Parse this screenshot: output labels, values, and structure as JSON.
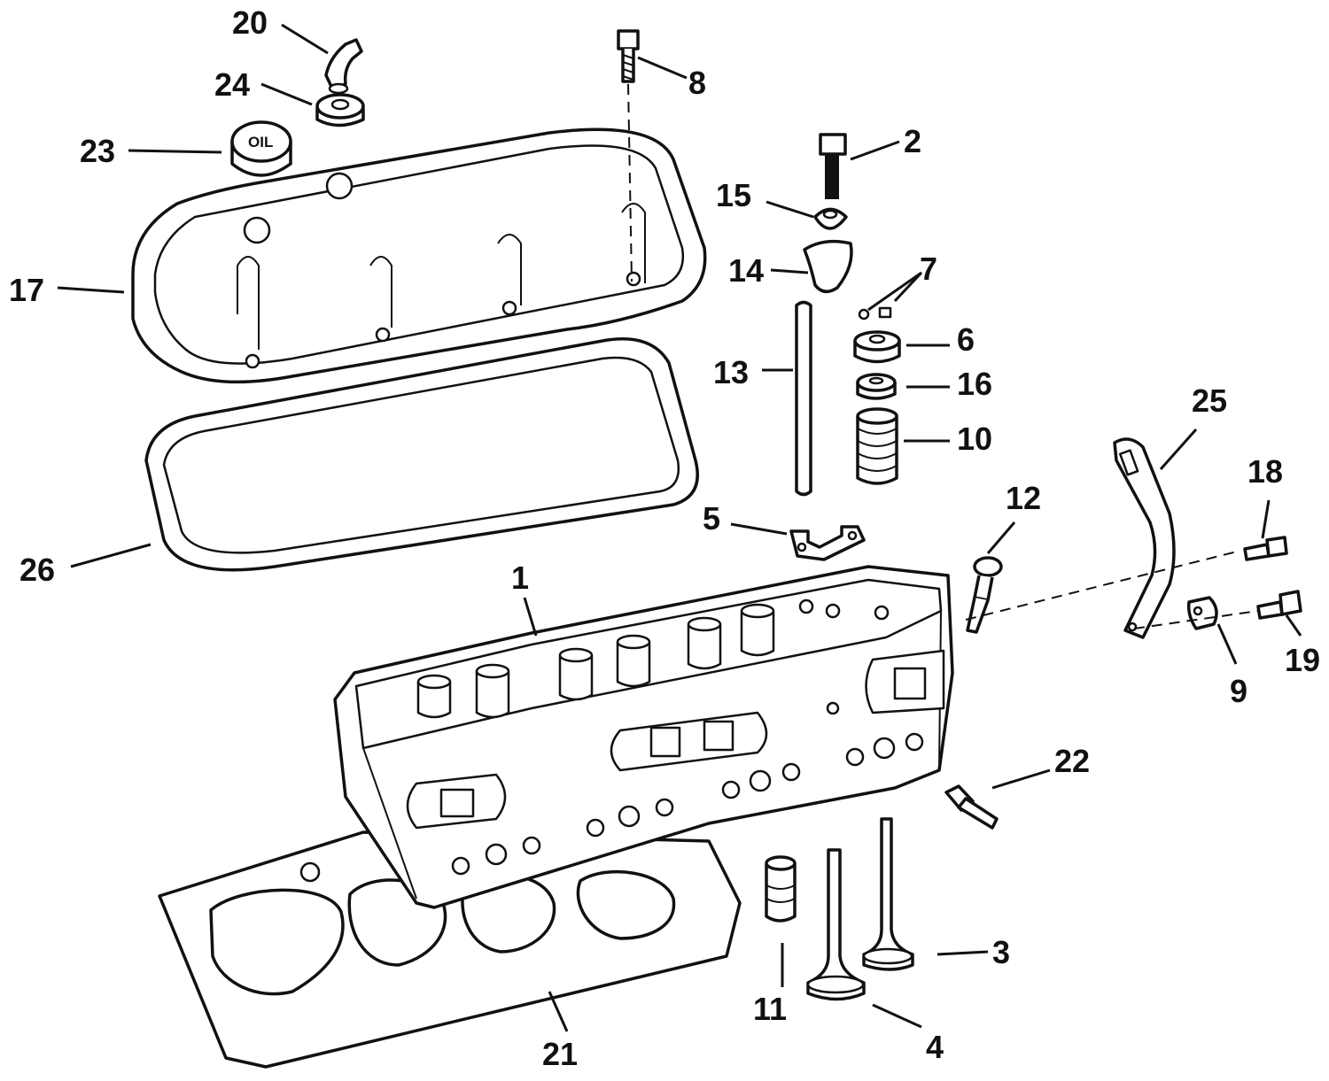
{
  "callouts": [
    {
      "id": "1",
      "text": "1"
    },
    {
      "id": "2",
      "text": "2"
    },
    {
      "id": "3",
      "text": "3"
    },
    {
      "id": "4",
      "text": "4"
    },
    {
      "id": "5",
      "text": "5"
    },
    {
      "id": "6",
      "text": "6"
    },
    {
      "id": "7",
      "text": "7"
    },
    {
      "id": "8",
      "text": "8"
    },
    {
      "id": "9",
      "text": "9"
    },
    {
      "id": "10",
      "text": "10"
    },
    {
      "id": "11",
      "text": "11"
    },
    {
      "id": "12",
      "text": "12"
    },
    {
      "id": "13",
      "text": "13"
    },
    {
      "id": "14",
      "text": "14"
    },
    {
      "id": "15",
      "text": "15"
    },
    {
      "id": "16",
      "text": "16"
    },
    {
      "id": "17",
      "text": "17"
    },
    {
      "id": "18",
      "text": "18"
    },
    {
      "id": "19",
      "text": "19"
    },
    {
      "id": "20",
      "text": "20"
    },
    {
      "id": "21",
      "text": "21"
    },
    {
      "id": "22",
      "text": "22"
    },
    {
      "id": "23",
      "text": "23"
    },
    {
      "id": "24",
      "text": "24"
    },
    {
      "id": "25",
      "text": "25"
    },
    {
      "id": "26",
      "text": "26"
    }
  ],
  "oil_cap_text": "OIL",
  "colors": {
    "ink": "#111111",
    "paper": "#ffffff"
  }
}
